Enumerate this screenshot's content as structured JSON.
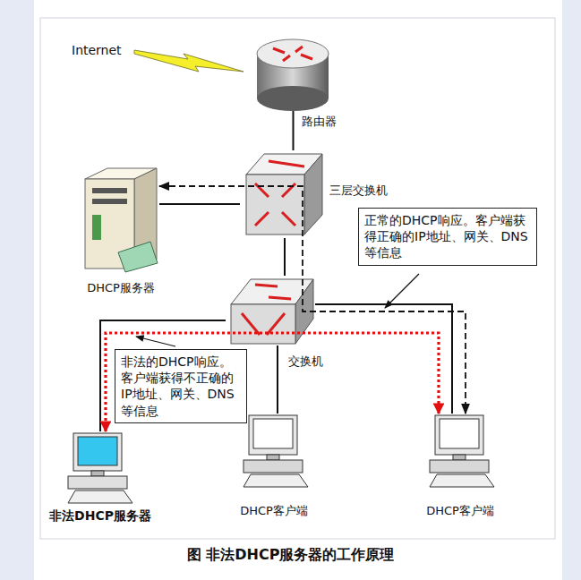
{
  "diagram": {
    "caption": "图 非法DHCP服务器的工作原理",
    "nodes": [
      {
        "text": [
          "路由器"
        ]
      },
      {
        "text": [
          "三层交换机"
        ]
      },
      {
        "text": [
          "DHCP服务器"
        ]
      },
      {
        "text": [
          "正常的DHCP响应。客户端获得正确的IP地址、网关、DNS等信息"
        ]
      },
      {
        "text": [
          "交换机"
        ]
      },
      {
        "text": [
          "非法的DHCP响应。客户端获得不正确的IP地址、网关、DNS等信息"
        ]
      },
      {
        "text": [
          "非法DHCP服务器"
        ]
      },
      {
        "text": [
          "DHCP客户端"
        ]
      },
      {
        "text": [
          "DHCP客户端"
        ]
      }
    ],
    "edges": [
      {
        "from": 0,
        "to": 1,
        "arrow": "none"
      },
      {
        "from": 1,
        "to": 2,
        "arrow": "none"
      },
      {
        "from": 1,
        "to": 4,
        "arrow": "none"
      },
      {
        "from": 4,
        "to": 6,
        "arrow": "none"
      },
      {
        "from": 4,
        "to": 7,
        "arrow": "none"
      },
      {
        "from": 4,
        "to": 8,
        "arrow": "none"
      },
      {
        "from": 2,
        "to": 8,
        "arrow": "both"
      },
      {
        "from": 6,
        "to": 8,
        "arrow": "both"
      }
    ],
    "labels": [
      "Internet"
    ]
  }
}
